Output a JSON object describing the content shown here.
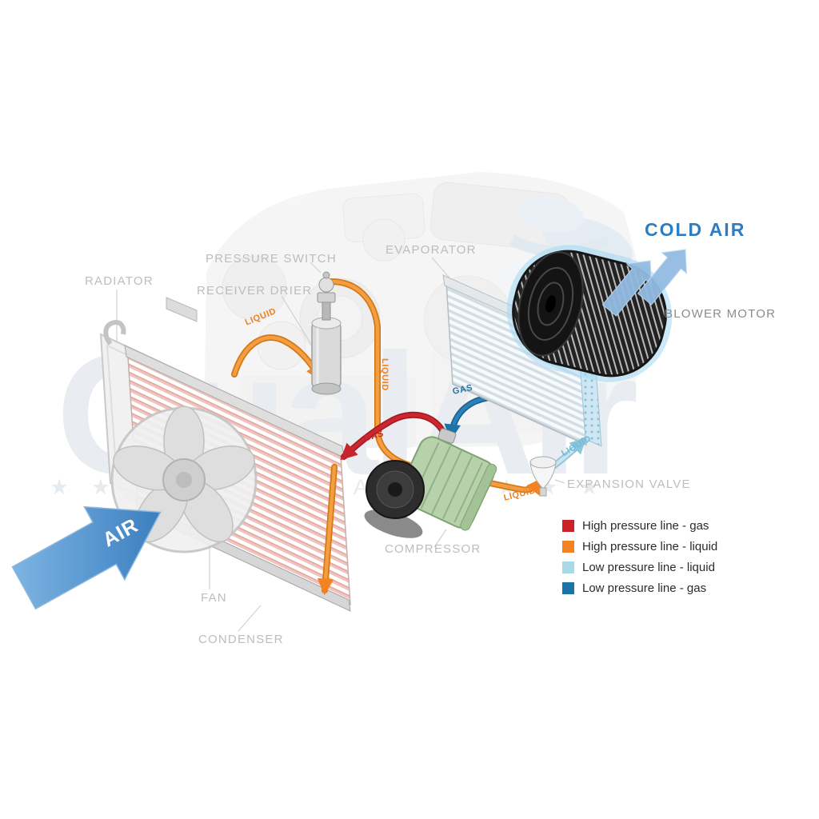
{
  "watermark": {
    "brand": "QualAir",
    "tagline": "★ ★ ★   A U T O   P A R T S   ★ ★ ★"
  },
  "component_labels": {
    "radiator": "RADIATOR",
    "pressure_switch": "PRESSURE SWITCH",
    "receiver_drier": "RECEIVER DRIER",
    "evaporator": "EVAPORATOR",
    "cold_air": "COLD AIR",
    "blower_motor": "BLOWER MOTOR",
    "expansion_valve": "EXPANSION VALVE",
    "compressor": "COMPRESSOR",
    "fan": "FAN",
    "condenser": "CONDENSER",
    "air_flow": "AIR"
  },
  "pipe_labels": {
    "liquid_condenser_to_drier": "LIQUID",
    "liquid_drier_down": "LIQUID",
    "gas_high_pressure": "GAS",
    "gas_low_pressure": "GAS",
    "liquid_low_pressure": "LIQUID",
    "liquid_to_expansion_valve": "LIQUID"
  },
  "legend": {
    "items": [
      {
        "label": "High pressure line - gas",
        "color": "#cc2128"
      },
      {
        "label": "High pressure line - liquid",
        "color": "#f58220"
      },
      {
        "label": "Low pressure line - liquid",
        "color": "#aad9e6"
      },
      {
        "label": "Low pressure line -  gas",
        "color": "#1c74a6"
      }
    ]
  },
  "colors": {
    "high_pressure_gas": "#cc2128",
    "high_pressure_liquid": "#f58220",
    "low_pressure_liquid": "#aad9e6",
    "low_pressure_gas": "#1c74a6",
    "cold_air_text": "#2e7cc2",
    "component_label_gray": "#bdbdbd"
  }
}
